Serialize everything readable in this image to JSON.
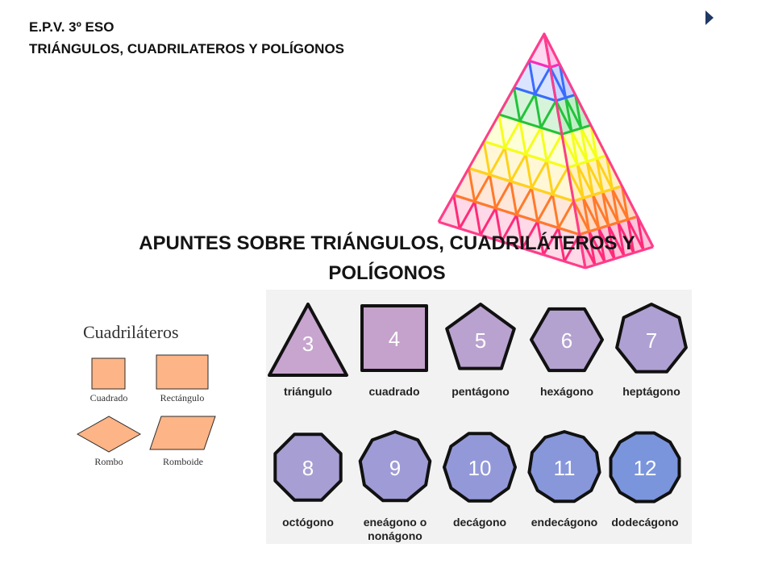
{
  "header": {
    "line1": "E.P.V. 3º ESO",
    "line2": "TRIÁNGULOS, CUADRILATEROS Y POLÍGONOS"
  },
  "nav": {
    "next_icon": "triangle-right-icon",
    "color": "#1f3864"
  },
  "title": {
    "line1": "APUNTES SOBRE TRIÁNGULOS, CUADRILÁTEROS Y",
    "line2": "POLÍGONOS"
  },
  "quadrilaterals": {
    "heading": "Cuadriláteros",
    "fill": "#fdb486",
    "items": [
      {
        "label": "Cuadrado"
      },
      {
        "label": "Rectángulo"
      },
      {
        "label": "Rombo"
      },
      {
        "label": "Romboide"
      }
    ]
  },
  "polygons": {
    "background": "#f2f2f2",
    "items": [
      {
        "sides": "3",
        "name": "triángulo",
        "name2": "",
        "color": "#c7a5cf"
      },
      {
        "sides": "4",
        "name": "cuadrado",
        "name2": "",
        "color": "#c4a2cb"
      },
      {
        "sides": "5",
        "name": "pentágono",
        "name2": "",
        "color": "#b9a2cf"
      },
      {
        "sides": "6",
        "name": "hexágono",
        "name2": "",
        "color": "#b3a1d0"
      },
      {
        "sides": "7",
        "name": "heptágono",
        "name2": "",
        "color": "#aea0d2"
      },
      {
        "sides": "8",
        "name": "octógono",
        "name2": "",
        "color": "#a79ed3"
      },
      {
        "sides": "9",
        "name": "eneágono o",
        "name2": "nonágono",
        "color": "#9f9bd6"
      },
      {
        "sides": "10",
        "name": "decágono",
        "name2": "",
        "color": "#9399d8"
      },
      {
        "sides": "11",
        "name": "endecágono",
        "name2": "",
        "color": "#8797da"
      },
      {
        "sides": "12",
        "name": "dodecágono",
        "name2": "",
        "color": "#7a95dc"
      }
    ]
  },
  "pyramid": {
    "band_colors": [
      "#ff2a7a",
      "#ff7a2a",
      "#ffd21a",
      "#f4ff1a",
      "#22c33a",
      "#3a6bff",
      "#ff2ab8"
    ]
  }
}
